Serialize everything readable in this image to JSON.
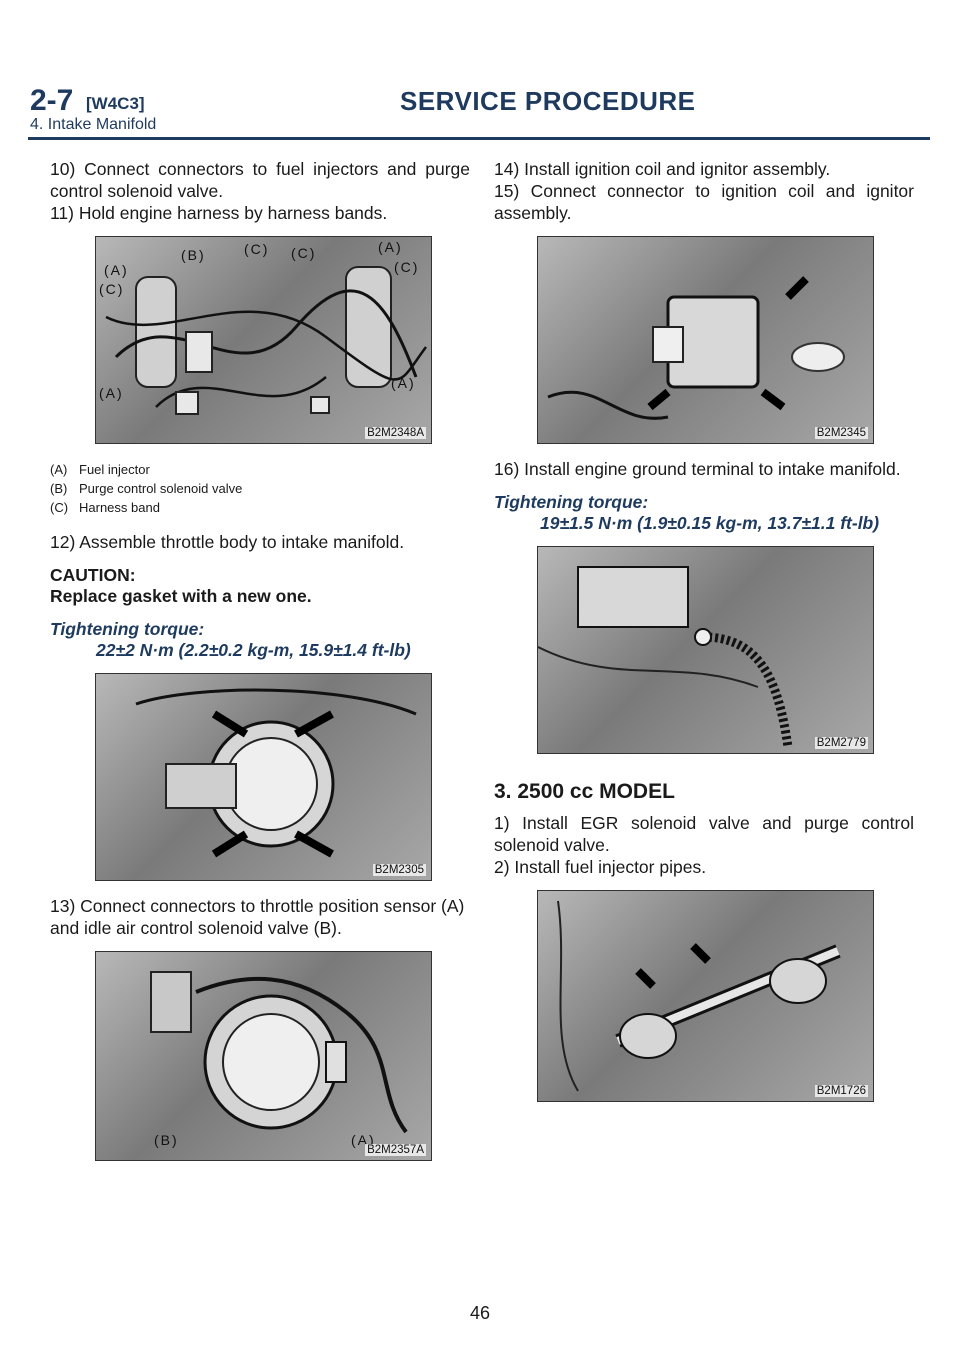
{
  "header": {
    "number": "2-7",
    "code": "[W4C3]",
    "title": "SERVICE PROCEDURE",
    "subtitle": "4. Intake Manifold"
  },
  "left": {
    "step10": "10) Connect connectors to fuel injectors and purge control solenoid valve.",
    "step11": "11) Hold engine harness by harness bands.",
    "fig1": {
      "id": "B2M2348A",
      "callouts": [
        "(A)",
        "(B)",
        "(C)",
        "(C)",
        "(A)",
        "(C)",
        "(A)",
        "(A)",
        "(C)"
      ]
    },
    "legend": [
      {
        "key": "(A)",
        "text": "Fuel injector"
      },
      {
        "key": "(B)",
        "text": "Purge control solenoid valve"
      },
      {
        "key": "(C)",
        "text": "Harness band"
      }
    ],
    "step12": "12) Assemble throttle body to intake manifold.",
    "caution_head": "CAUTION:",
    "caution_text": "Replace gasket with a new one.",
    "torque1_head": "Tightening torque:",
    "torque1_value": "22±2 N·m (2.2±0.2 kg-m, 15.9±1.4 ft-lb)",
    "fig2": {
      "id": "B2M2305"
    },
    "step13": "13) Connect connectors to throttle position sensor (A) and idle air control solenoid valve (B).",
    "fig3": {
      "id": "B2M2357A",
      "callout_b": "(B)",
      "callout_a": "(A)"
    }
  },
  "right": {
    "step14": "14) Install ignition coil and ignitor assembly.",
    "step15": "15) Connect connector to ignition coil and ignitor assembly.",
    "fig4": {
      "id": "B2M2345"
    },
    "step16": "16) Install engine ground terminal to intake manifold.",
    "torque2_head": "Tightening torque:",
    "torque2_value": "19±1.5 N·m (1.9±0.15 kg-m, 13.7±1.1 ft-lb)",
    "fig5": {
      "id": "B2M2779"
    },
    "section": "3. 2500 cc MODEL",
    "step1": "1) Install EGR solenoid valve and purge control solenoid valve.",
    "step2": "2) Install fuel injector pipes.",
    "fig6": {
      "id": "B2M1726"
    }
  },
  "page_number": "46"
}
